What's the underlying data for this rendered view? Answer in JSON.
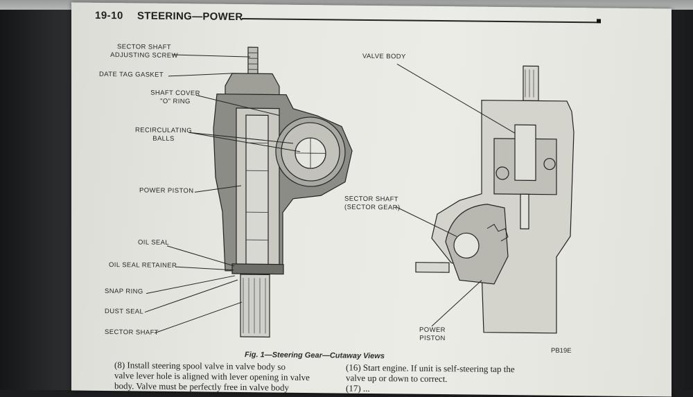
{
  "page": {
    "page_number": "19-10",
    "section_title": "STEERING—POWER"
  },
  "figure": {
    "labels_left": [
      "SECTOR SHAFT\nADJUSTING SCREW",
      "DATE TAG GASKET",
      "SHAFT COVER\n\"O\" RING",
      "RECIRCULATING\nBALLS",
      "POWER PISTON",
      "OIL SEAL",
      "OIL SEAL RETAINER",
      "SNAP RING",
      "DUST SEAL",
      "SECTOR SHAFT"
    ],
    "labels_right": [
      "VALVE BODY",
      "SECTOR SHAFT\n(SECTOR GEAR)",
      "POWER\nPISTON"
    ],
    "figure_code": "PB19E",
    "caption": "Fig. 1—Steering Gear—Cutaway Views"
  },
  "body": {
    "left_paragraph": [
      "(8) Install steering spool valve in valve body so",
      "valve lever hole is aligned with lever opening in valve",
      "body. Valve must be perfectly free in valve body"
    ],
    "right_paragraph": [
      "(16) Start engine. If unit is self-steering tap the",
      "valve up or down to correct.",
      "(17) ..."
    ]
  }
}
